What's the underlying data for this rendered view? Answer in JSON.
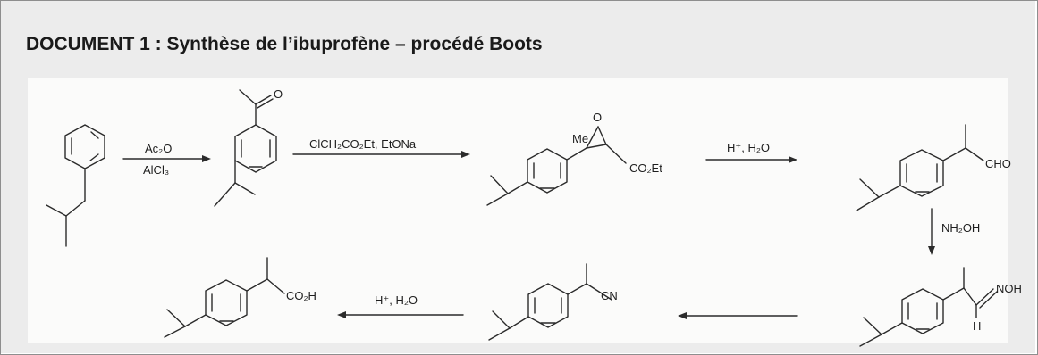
{
  "document": {
    "title": "DOCUMENT 1 : Synthèse de l’ibuprofène – procédé Boots"
  },
  "reagents": {
    "step1_top": "Ac₂O",
    "step1_bottom": "AlCl₃",
    "step2_top": "ClCH₂CO₂Et, EtONa",
    "step3_top": "H⁺, H₂O",
    "step4_side": "NH₂OH",
    "step6_top": "H⁺, H₂O"
  },
  "structure_labels": {
    "ketone_oxygen": "O",
    "epoxide_methyl": "Me",
    "epoxide_oxygen": "O",
    "ester_group": "CO₂Et",
    "aldehyde_group": "CHO",
    "oxime_group": "NOH",
    "oxime_hydrogen": "H",
    "nitrile_group": "CN",
    "acid_group": "CO₂H"
  },
  "colors": {
    "header_background": "#ececec",
    "panel_background": "#fbfbfa",
    "border": "#8e8e8e",
    "ink": "#2b2b2b"
  }
}
